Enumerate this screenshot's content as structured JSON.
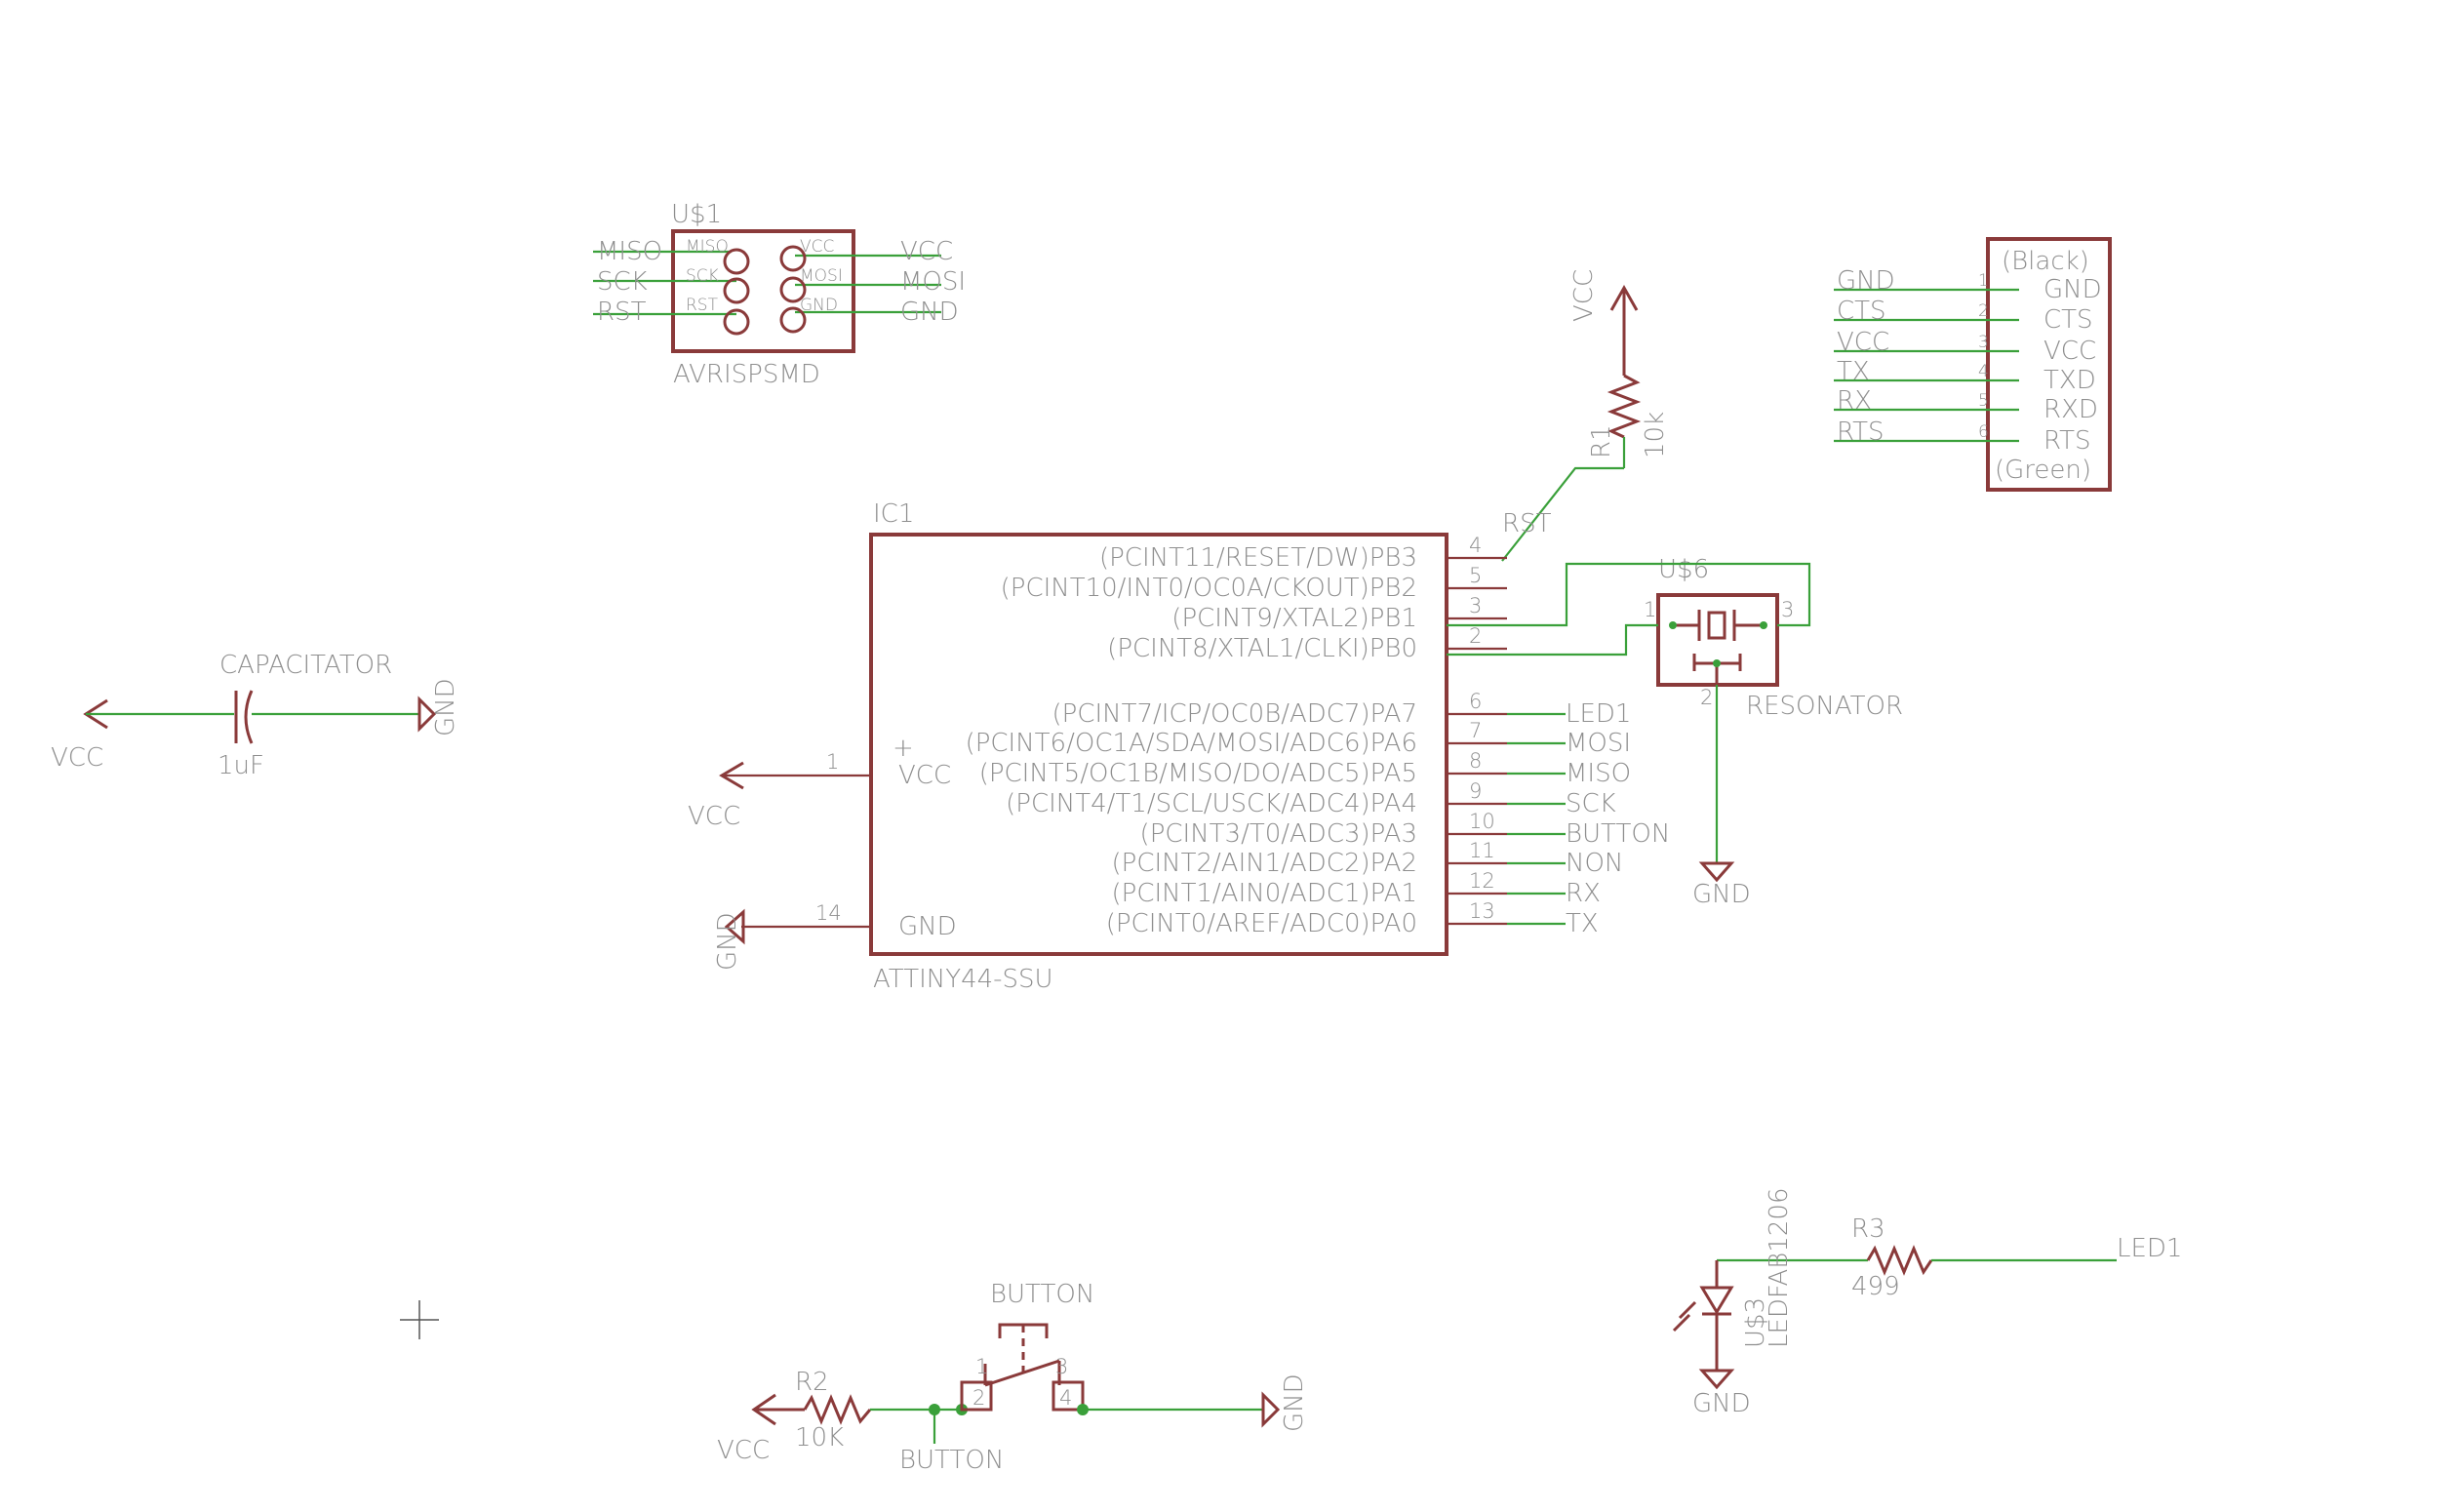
{
  "colors": {
    "background": "#ffffff",
    "symbol": "#8a3a3a",
    "wire": "#3aa03a",
    "text": "#8f8f8f"
  },
  "isp": {
    "name": "U$1",
    "value": "AVRISPSMD",
    "inner_left": [
      "MISO",
      "SCK",
      "RST"
    ],
    "inner_right": [
      "VCC",
      "MOSI",
      "GND"
    ],
    "nets_left": [
      "MISO",
      "SCK",
      "RST"
    ],
    "nets_right": [
      "VCC",
      "MOSI",
      "GND"
    ]
  },
  "vcc_top": "VCC",
  "r1": {
    "name": "R1",
    "value": "10k",
    "net": "RST"
  },
  "ftdi": {
    "top": "(Black)",
    "bottom": "(Green)",
    "nets": [
      "GND",
      "CTS",
      "VCC",
      "TX",
      "RX",
      "RTS"
    ],
    "pin_numbers": [
      "1",
      "2",
      "3",
      "4",
      "5",
      "6"
    ],
    "pins": [
      "GND",
      "CTS",
      "VCC",
      "TXD",
      "RXD",
      "RTS"
    ]
  },
  "ic1": {
    "name": "IC1",
    "value": "ATTINY44-SSU",
    "vcc_pin_name": "VCC",
    "vcc_pin_num": "1",
    "vcc_net": "VCC",
    "gnd_pin_name": "GND",
    "gnd_pin_num": "14",
    "gnd_net": "GND",
    "plus": "+",
    "port_b": [
      {
        "name": "(PCINT11/RESET/DW)PB3",
        "num": "4"
      },
      {
        "name": "(PCINT10/INT0/OC0A/CKOUT)PB2",
        "num": "5"
      },
      {
        "name": "(PCINT9/XTAL2)PB1",
        "num": "3"
      },
      {
        "name": "(PCINT8/XTAL1/CLKI)PB0",
        "num": "2"
      }
    ],
    "port_a": [
      {
        "name": "(PCINT7/ICP/OC0B/ADC7)PA7",
        "num": "6",
        "net": "LED1"
      },
      {
        "name": "(PCINT6/OC1A/SDA/MOSI/ADC6)PA6",
        "num": "7",
        "net": "MOSI"
      },
      {
        "name": "(PCINT5/OC1B/MISO/DO/ADC5)PA5",
        "num": "8",
        "net": "MISO"
      },
      {
        "name": "(PCINT4/T1/SCL/USCK/ADC4)PA4",
        "num": "9",
        "net": "SCK"
      },
      {
        "name": "(PCINT3/T0/ADC3)PA3",
        "num": "10",
        "net": "BUTTON"
      },
      {
        "name": "(PCINT2/AIN1/ADC2)PA2",
        "num": "11",
        "net": "NON"
      },
      {
        "name": "(PCINT1/AIN0/ADC1)PA1",
        "num": "12",
        "net": "RX"
      },
      {
        "name": "(PCINT0/AREF/ADC0)PA0",
        "num": "13",
        "net": "TX"
      }
    ]
  },
  "resonator": {
    "name": "U$6",
    "value": "RESONATOR",
    "pins": [
      "1",
      "2",
      "3"
    ],
    "gnd": "GND"
  },
  "capacitor": {
    "name": "CAPACITATOR",
    "value": "1uF",
    "vcc": "VCC",
    "gnd": "GND"
  },
  "button_circuit": {
    "title": "BUTTON",
    "net": "BUTTON",
    "r_name": "R2",
    "r_value": "10K",
    "vcc": "VCC",
    "gnd": "GND",
    "pins": [
      "1",
      "2",
      "3",
      "4"
    ]
  },
  "led_circuit": {
    "led_name": "U$3",
    "led_value": "LEDFAB1206",
    "r_name": "R3",
    "r_value": "499",
    "net": "LED1",
    "gnd": "GND"
  }
}
